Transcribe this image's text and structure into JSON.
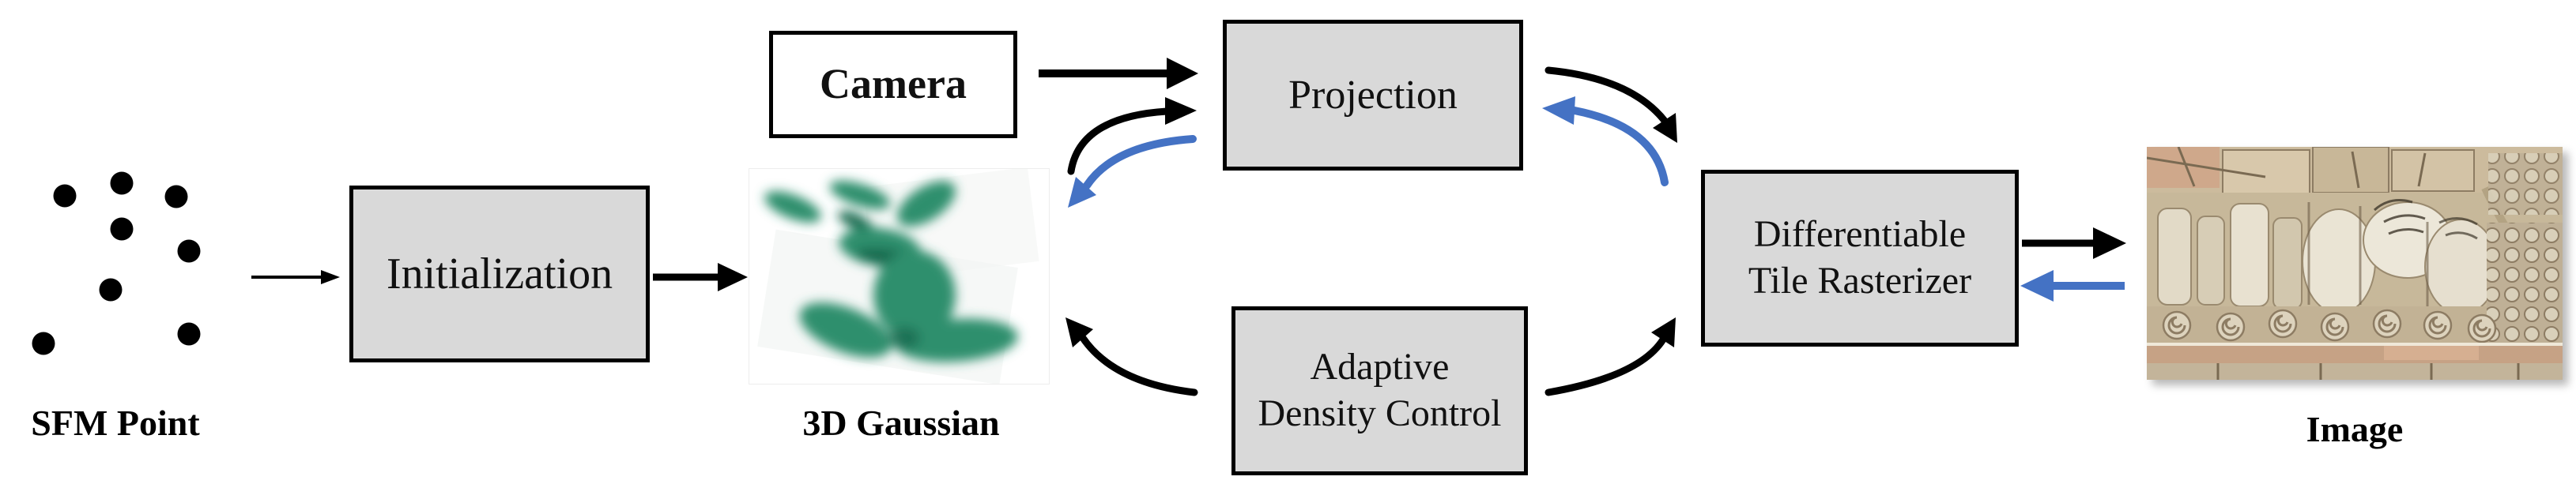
{
  "nodes": {
    "camera": {
      "label": "Camera"
    },
    "initialization": {
      "label": "Initialization"
    },
    "projection": {
      "label": "Projection"
    },
    "adaptive_density_control": {
      "line1": "Adaptive",
      "line2": "Density Control"
    },
    "tile_rasterizer": {
      "line1": "Differentiable",
      "line2": "Tile Rasterizer"
    }
  },
  "captions": {
    "sfm": "SFM Point",
    "gaussian": "3D Gaussian",
    "image": "Image"
  },
  "colors": {
    "canvas_bg": "#ffffff",
    "box_fill": "#d9d9d9",
    "box_border": "#000000",
    "arrow_black": "#000000",
    "arrow_blue": "#4472c4",
    "gaussian_green": "#2e8f6d",
    "gaussian_green_dark": "#18694d",
    "stone_light": "#e3dbc8",
    "stone_mid": "#cbbda2",
    "stone_dark": "#8d7c63",
    "stone_pink": "#cfa88b"
  }
}
